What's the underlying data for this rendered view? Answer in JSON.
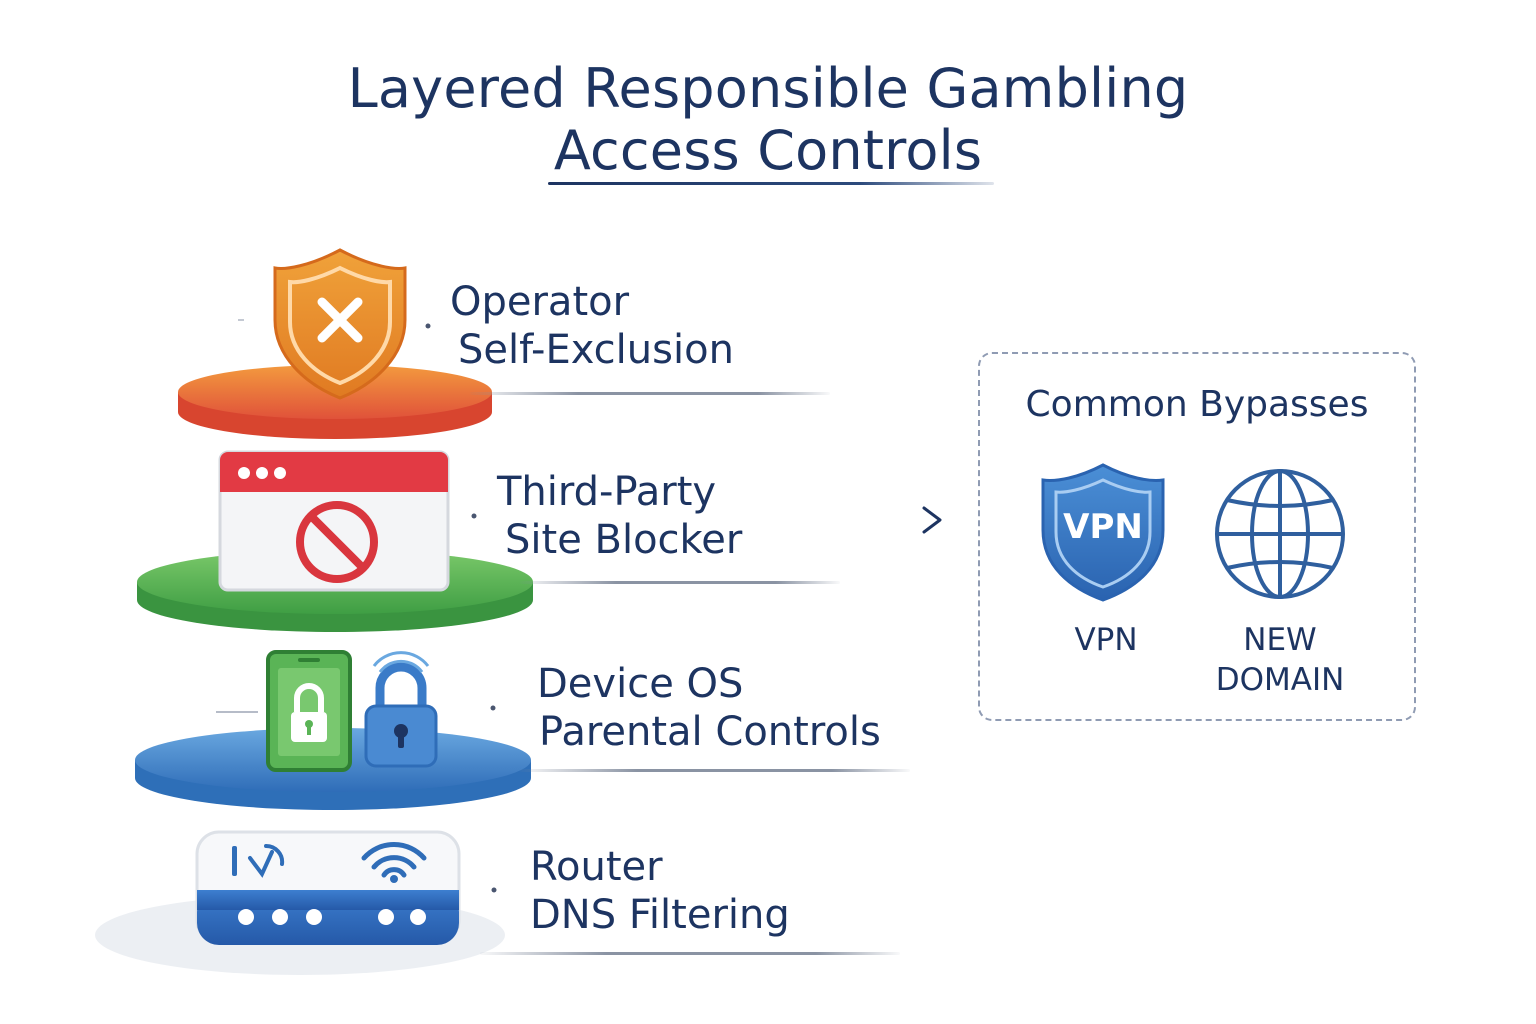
{
  "title": {
    "line1": "Layered Responsible Gambling",
    "line2": "Access Controls"
  },
  "layers": [
    {
      "line1": "Operator",
      "line2": "Self-Exclusion",
      "color": "#e8603c",
      "icon": "shield-x-icon"
    },
    {
      "line1": "Third-Party",
      "line2": "Site Blocker",
      "color": "#4caf50",
      "icon": "browser-block-icon"
    },
    {
      "line1": "Device OS",
      "line2": "Parental Controls",
      "color": "#3f86cc",
      "icon": "phone-lock-icon"
    },
    {
      "line1": "Router",
      "line2": "DNS Filtering",
      "color": "#2f6cbf",
      "icon": "router-icon"
    }
  ],
  "bypasses": {
    "title": "Common Bypasses",
    "items": [
      {
        "badge": "VPN",
        "label": "VPN",
        "icon": "vpn-shield-icon"
      },
      {
        "label_line1": "NEW",
        "label_line2": "DOMAIN",
        "icon": "globe-icon"
      }
    ]
  },
  "colors": {
    "text": "#1d3461",
    "accent_orange": "#e8842a",
    "accent_red": "#d9363e",
    "accent_green": "#4caf50",
    "accent_blue": "#3a7bc8"
  }
}
